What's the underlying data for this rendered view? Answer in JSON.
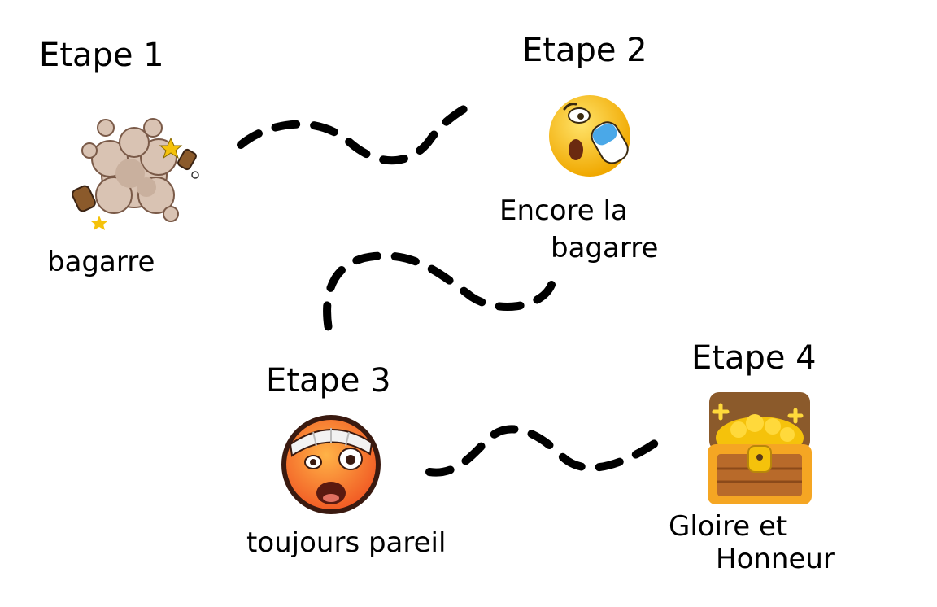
{
  "steps": [
    {
      "title": "Etape 1",
      "caption": "bagarre",
      "icon": "fight-cloud-icon"
    },
    {
      "title": "Etape 2",
      "caption_line1": "Encore la",
      "caption_line2": "bagarre",
      "icon": "laughing-face-icon"
    },
    {
      "title": "Etape 3",
      "caption": "toujours pareil",
      "icon": "bandaged-face-icon"
    },
    {
      "title": "Etape 4",
      "caption_line1": "Gloire et",
      "caption_line2": "Honneur",
      "icon": "treasure-chest-icon"
    }
  ],
  "colors": {
    "ink": "#000000",
    "dust": "#d9c3b3",
    "face_yellow": "#f7c21a",
    "face_orange": "#f15a24",
    "chest_wood": "#8b5a2b",
    "chest_gold": "#f5c20b"
  }
}
